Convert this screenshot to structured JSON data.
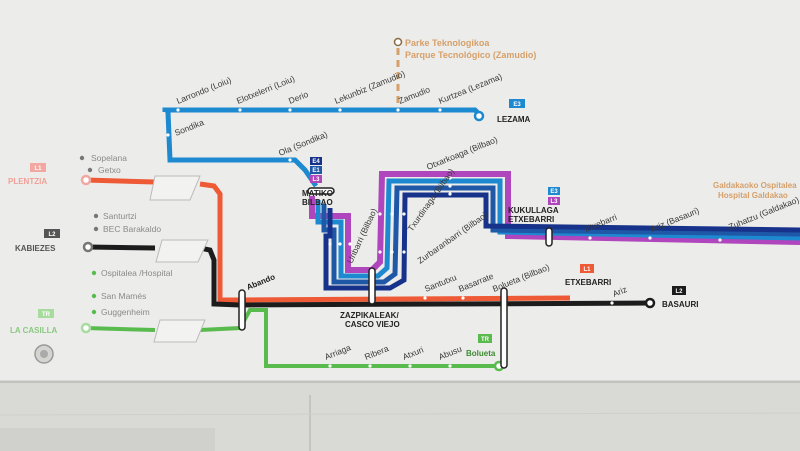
{
  "colors": {
    "l1": "#ef5a36",
    "l2": "#1c1c1c",
    "l3": "#b046bd",
    "e1": "#2058a8",
    "e3": "#1d89d0",
    "e4": "#16328a",
    "tr": "#59bb4e",
    "parke": "#d6a06a"
  },
  "parke": {
    "line1": "Parke Teknologikoa",
    "line2": "Parque Tecnológico (Zamudio)"
  },
  "e3_upper": {
    "stations": [
      "Larrondo (Loiu)",
      "Elotxelerri (Loiu)",
      "Derio",
      "Lekunbiz (Zamudio)",
      "Zamudio",
      "Kurtzea (Lezama)",
      "Sondika"
    ],
    "terminal": "LEZAMA",
    "badge": "E3"
  },
  "matiko": {
    "line1": "MATIKO",
    "line2": "BILBAO",
    "badges": [
      "E4",
      "E1",
      "L3"
    ]
  },
  "ola": "Ola (Sondika)",
  "uribarri": "Uribarri (Bilbao)",
  "txurdinaga": "Txurdinaga (Bilbao)",
  "otxarkoaga": "Otxarkoaga (Bilbao)",
  "zurbaranbarri": "Zurbaranbarri (Bilbao)",
  "kukullaga": {
    "line1": "KUKULLAGA",
    "line2": "ETXEBARRI",
    "badges": [
      "E3",
      "L3"
    ]
  },
  "east": {
    "stations": [
      "Etxebarri",
      "Ariz (Basauri)",
      "Zuhatzu (Galdakao)"
    ],
    "galdakao1": "Galdakaoko Ospitalea",
    "galdakao2": "Hospital Galdakao"
  },
  "l1_branch": {
    "terminal": "PLENTZIA",
    "badge": "L1",
    "stations": [
      "Sopelana",
      "Getxo"
    ]
  },
  "l2_branch": {
    "terminal": "KABIEZES",
    "badge": "L2",
    "stations": [
      "Santurtzi",
      "BEC Barakaldo"
    ]
  },
  "tr_branch": {
    "terminal": "LA CASILLA",
    "badge": "TR",
    "stations": [
      "Ospitalea /Hospital",
      "San Mamés",
      "Guggenheim"
    ]
  },
  "abando": "Abando",
  "zazpikaleak": {
    "line1": "ZAZPIKALEAK/",
    "line2": "CASCO VIEJO"
  },
  "trunk": {
    "stations": [
      "Santutxu",
      "Basarrate",
      "Bolueta (Bilbao)"
    ],
    "etxebarri": "ETXEBARRI",
    "etxebarri_badge": "L1",
    "ariz": "Ariz",
    "basauri": "BASAURI",
    "basauri_badge": "L2"
  },
  "tram": {
    "stations": [
      "Arriaga",
      "Ribera",
      "Atxuri",
      "Abusu"
    ],
    "terminal": "Bolueta",
    "badge": "TR"
  }
}
